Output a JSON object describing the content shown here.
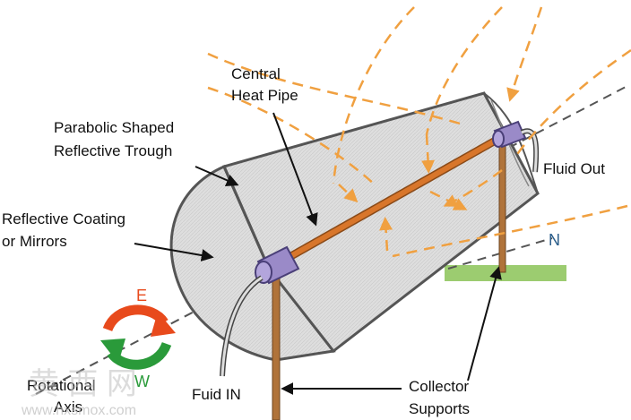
{
  "labels": {
    "central_heat_pipe": [
      "Central",
      "Heat Pipe"
    ],
    "reflective_trough": [
      "Parabolic Shaped",
      "Reflective Trough"
    ],
    "reflective_coating": [
      "Reflective Coating",
      "or Mirrors"
    ],
    "fluid_out": "Fluid Out",
    "fluid_in": "Fuid IN",
    "rotational_axis": [
      "Rotational",
      "Axis"
    ],
    "collector_supports": [
      "Collector",
      "Supports"
    ],
    "direction_east": "E",
    "direction_west": "W",
    "direction_north": "N"
  },
  "watermark": {
    "mark": "黄 西 网",
    "url": "www.hxsmox.com"
  },
  "colors": {
    "sun_rays": "#f0a040",
    "heat_pipe": "#d8762b",
    "pipe_caps": "#9a8ac8",
    "trough_fill": "#dcdcdc",
    "trough_frame": "#555555",
    "support_posts": "#b0733a",
    "ground": "#9ccc70",
    "rotate_east": "#e84a1c",
    "rotate_west": "#2a9a3a",
    "north_label": "#2a5d8a"
  }
}
